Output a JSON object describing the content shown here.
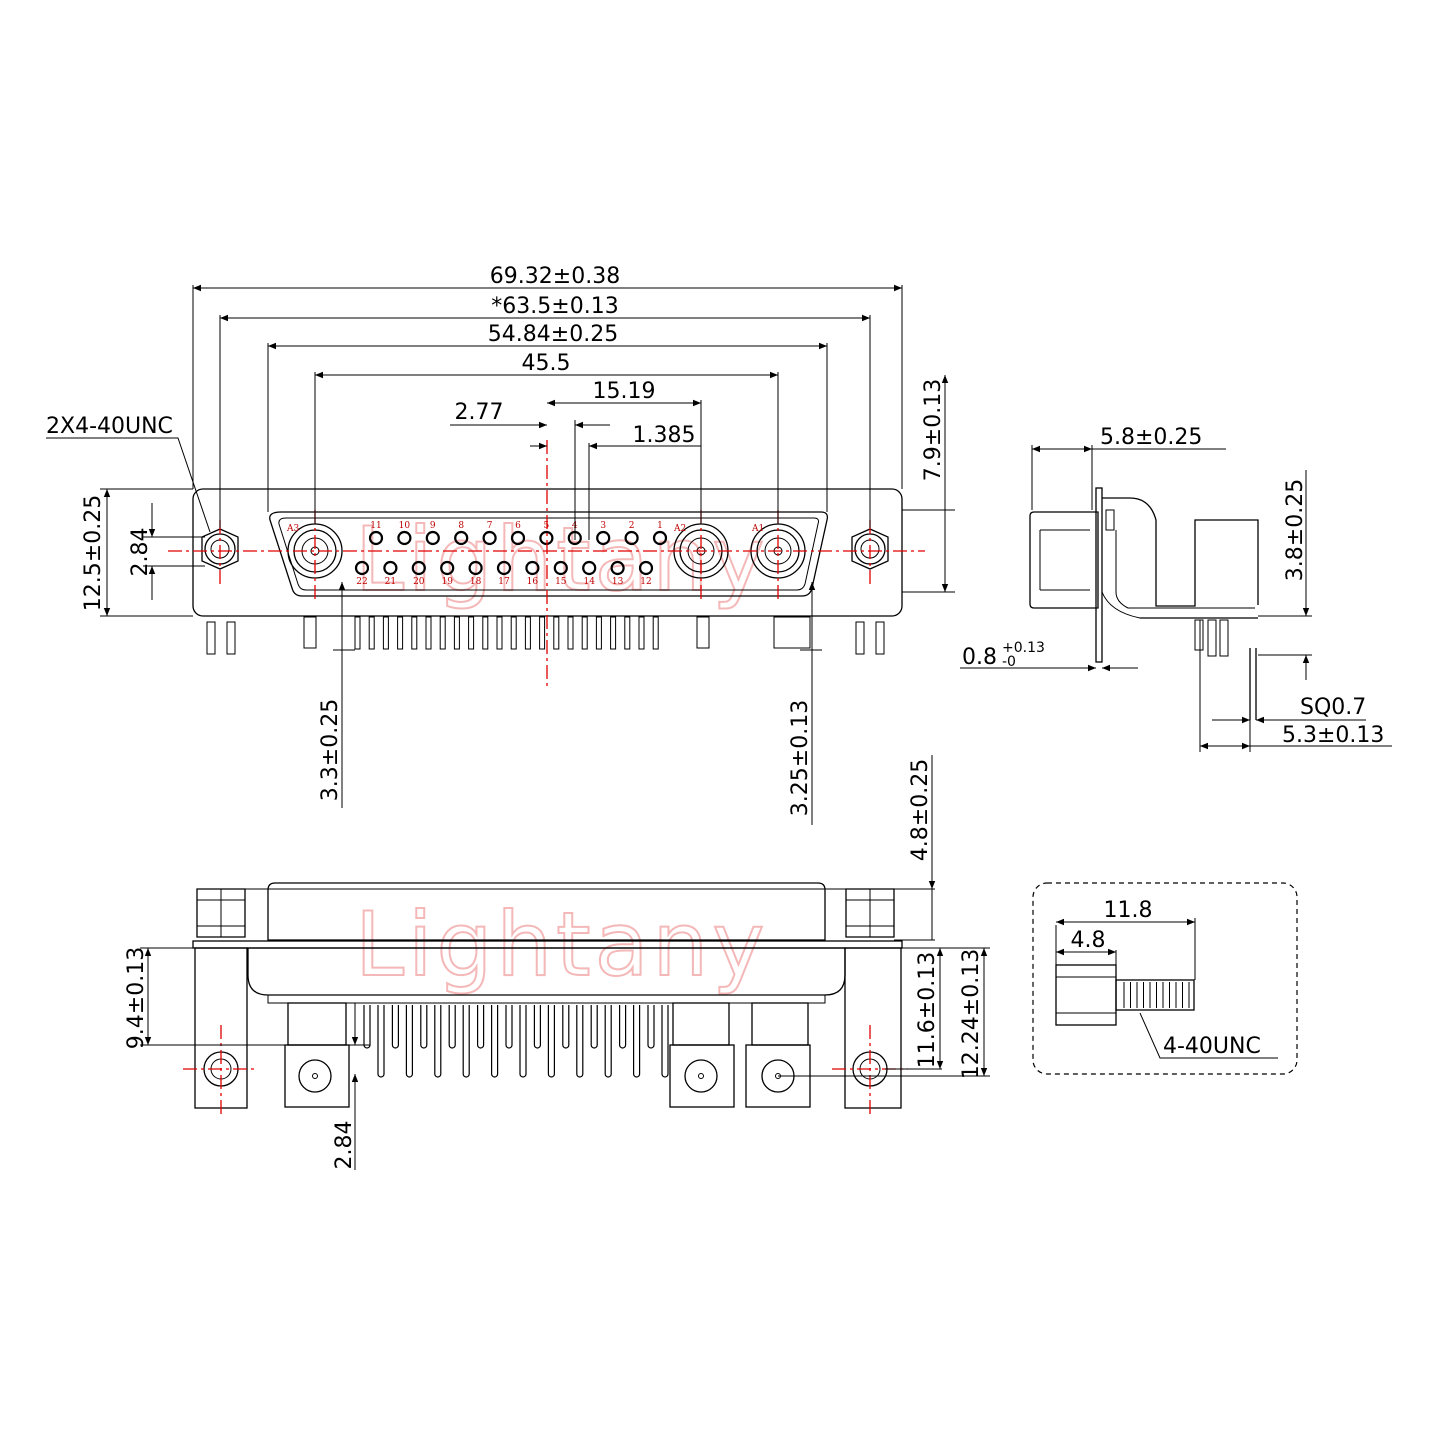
{
  "watermark": "Lightany",
  "front_view": {
    "dims": {
      "overall": "69.32±0.38",
      "mount_centers": "*63.5±0.13",
      "shell": "54.84±0.25",
      "coax_span": "45.5",
      "a2_offset": "15.19",
      "pitch": "2.77",
      "half_pitch": "1.385",
      "flange_height": "7.9±0.13",
      "height": "12.5±0.25",
      "row_spacing": "2.84",
      "left_tail": "3.3±0.25",
      "right_tail": "3.25±0.13"
    },
    "thread_note": "2X4-40UNC",
    "row1_pins": [
      "11",
      "10",
      "9",
      "8",
      "7",
      "6",
      "5",
      "4",
      "3",
      "2",
      "1"
    ],
    "row2_pins": [
      "22",
      "21",
      "20",
      "19",
      "18",
      "17",
      "16",
      "15",
      "14",
      "13",
      "12"
    ],
    "coax_labels": [
      "A3",
      "A2",
      "A1"
    ]
  },
  "side_view": {
    "dims": {
      "depth": "5.8±0.25",
      "standoff": "3.8±0.25",
      "thickness": "0.8",
      "thickness_tol_plus": "+0.13",
      "thickness_tol_minus": "-0",
      "pin_square": "SQ0.7",
      "tail_offset": "5.3±0.13"
    }
  },
  "bottom_view": {
    "dims": {
      "hex_height": "4.8±0.25",
      "pcb_row1": "9.4±0.13",
      "pcb_row2": "11.6±0.13",
      "pcb_coax": "12.24±0.13",
      "row_spacing": "2.84"
    }
  },
  "screw_detail": {
    "dims": {
      "length": "11.8",
      "hex": "4.8"
    },
    "thread": "4-40UNC"
  }
}
